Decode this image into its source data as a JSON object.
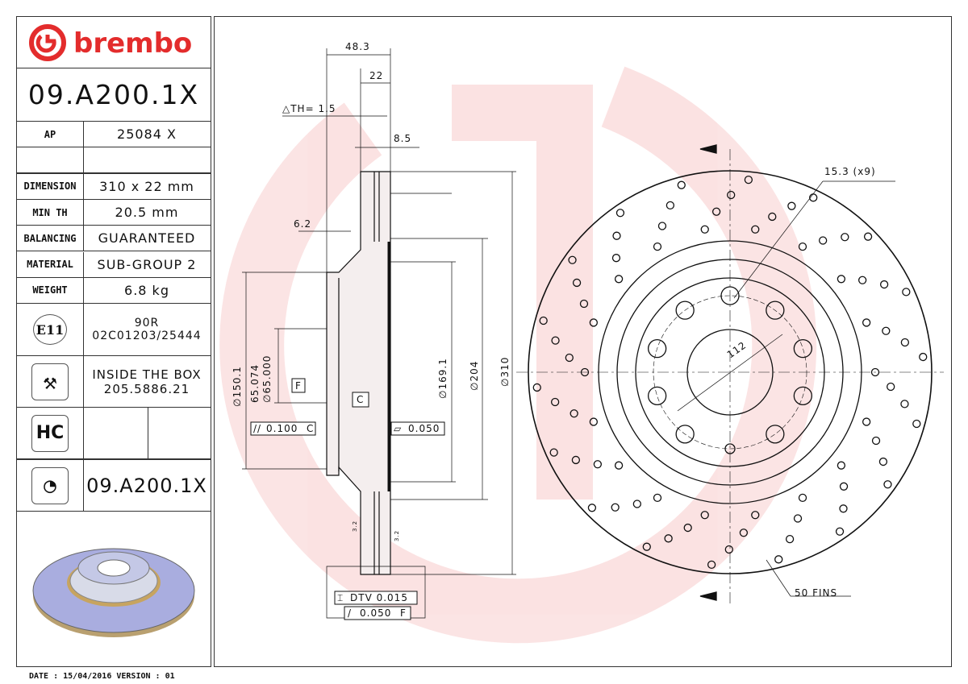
{
  "brand": {
    "logo_text": "brembo",
    "color": "#e32c2c"
  },
  "part_number": "09.A200.1X",
  "specs": [
    {
      "label": "AP",
      "value": "25084 X"
    },
    {
      "label": "",
      "value": ""
    },
    {
      "label": "DIMENSION",
      "value": "310 x 22 mm"
    },
    {
      "label": "MIN TH",
      "value": "20.5 mm"
    },
    {
      "label": "BALANCING",
      "value": "GUARANTEED"
    },
    {
      "label": "MATERIAL",
      "value": "SUB-GROUP 2"
    },
    {
      "label": "WEIGHT",
      "value": "6.8 kg"
    }
  ],
  "homologation": {
    "badge": "E11",
    "line1": "90R",
    "line2": "02C01203/25444"
  },
  "screws": {
    "line1": "INSIDE THE BOX",
    "line2": "205.5886.21"
  },
  "hc_badge": "HC",
  "kit_part_number": "09.A200.1X",
  "footer": "DATE : 15/04/2016 VERSION : 01",
  "section_dims": {
    "overall_height": "48.3",
    "thickness": "22",
    "delta_th": "△TH= 1.5",
    "vane": "8.5",
    "hat_wall": "6.2",
    "d150": "∅150.1",
    "d65a": "65.074",
    "d65b": "∅65.000",
    "d169": "∅169.1",
    "d204": "∅204",
    "d310": "∅310",
    "datum_f": "F",
    "datum_c": "C",
    "tol_parallel": "0.100",
    "tol_parallel_ref": "C",
    "tol_flat": "0.050",
    "dtv": "DTV 0.015",
    "runout": "0.050",
    "runout_ref": "F",
    "rough1": "3.2",
    "rough2": "3.2"
  },
  "front_dims": {
    "holes": "15.3 (x9)",
    "pcd": "112",
    "fins": "50 FINS"
  }
}
